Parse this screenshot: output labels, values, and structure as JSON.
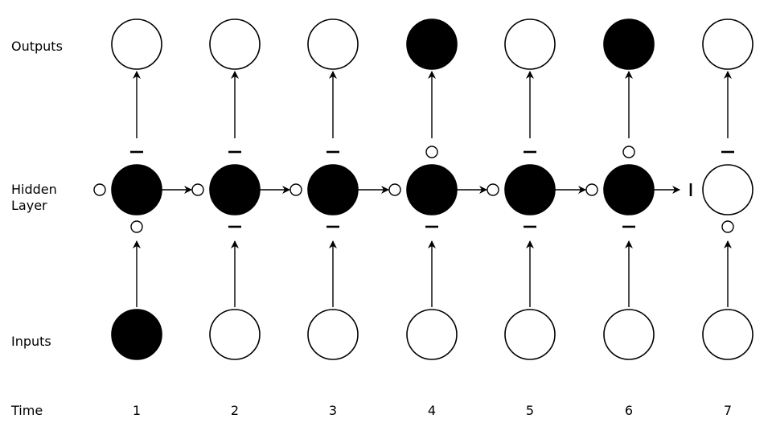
{
  "row_labels": {
    "outputs": "Outputs",
    "hidden_line1": "Hidden",
    "hidden_line2": "Layer",
    "inputs": "Inputs",
    "time": "Time"
  },
  "timesteps": [
    {
      "time": "1",
      "output": "off",
      "hidden": "on",
      "input": "on",
      "gate_above": "closed",
      "gate_below": "open",
      "gate_left": "open"
    },
    {
      "time": "2",
      "output": "off",
      "hidden": "on",
      "input": "off",
      "gate_above": "closed",
      "gate_below": "closed",
      "gate_left": "open"
    },
    {
      "time": "3",
      "output": "off",
      "hidden": "on",
      "input": "off",
      "gate_above": "closed",
      "gate_below": "closed",
      "gate_left": "open"
    },
    {
      "time": "4",
      "output": "on",
      "hidden": "on",
      "input": "off",
      "gate_above": "open",
      "gate_below": "closed",
      "gate_left": "open"
    },
    {
      "time": "5",
      "output": "off",
      "hidden": "on",
      "input": "off",
      "gate_above": "closed",
      "gate_below": "closed",
      "gate_left": "open"
    },
    {
      "time": "6",
      "output": "on",
      "hidden": "on",
      "input": "off",
      "gate_above": "open",
      "gate_below": "closed",
      "gate_left": "open"
    },
    {
      "time": "7",
      "output": "off",
      "hidden": "off",
      "input": "off",
      "gate_above": "closed",
      "gate_below": "open",
      "gate_left": "closed-vertical"
    }
  ],
  "colors": {
    "on_fill": "#000000",
    "off_fill": "#ffffff",
    "stroke": "#000000"
  }
}
